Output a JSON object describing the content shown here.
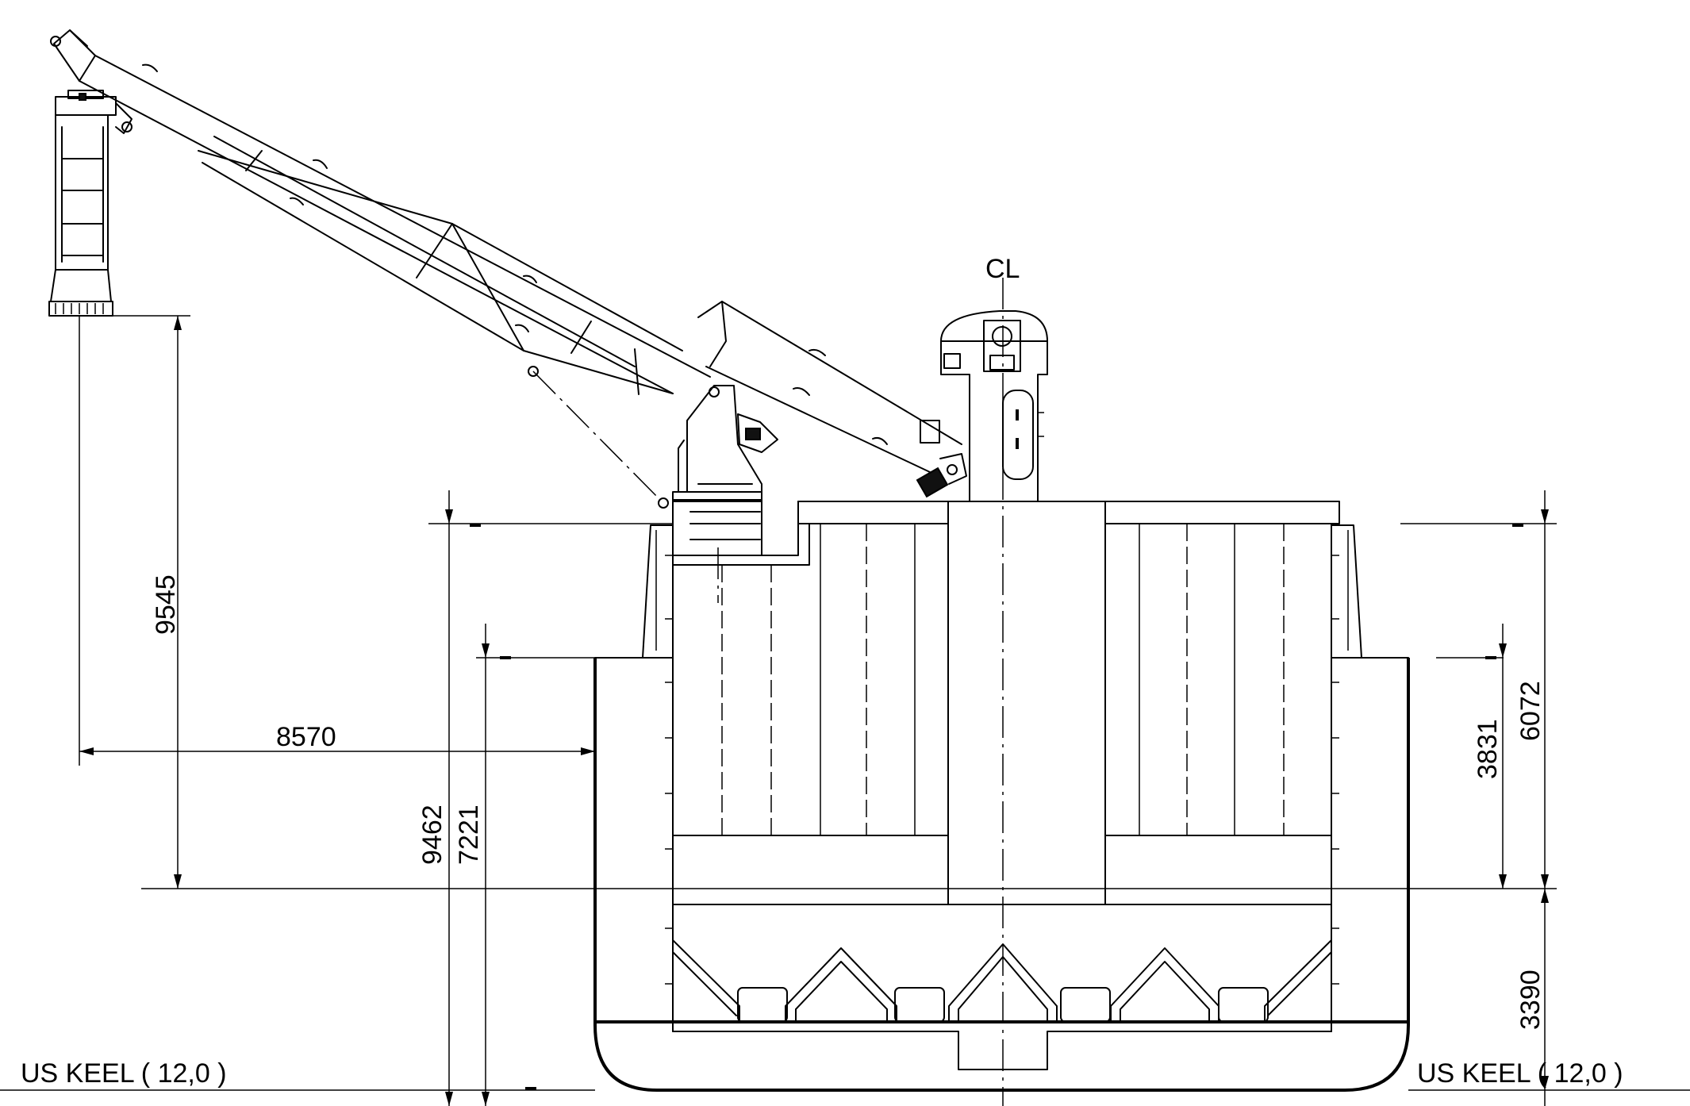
{
  "centerline_label": "CL",
  "keel_labels": {
    "left": "US KEEL ( 12,0 )",
    "right": "US KEEL ( 12,0 )"
  },
  "dimensions": {
    "boom_tip_height": "9545",
    "boom_outreach": "8570",
    "hatch_coaming_height": "9462",
    "deck_height": "7221",
    "coaming_above_waterline": "6072",
    "deck_above_waterline": "3831",
    "waterline_above_keel": "3390"
  }
}
